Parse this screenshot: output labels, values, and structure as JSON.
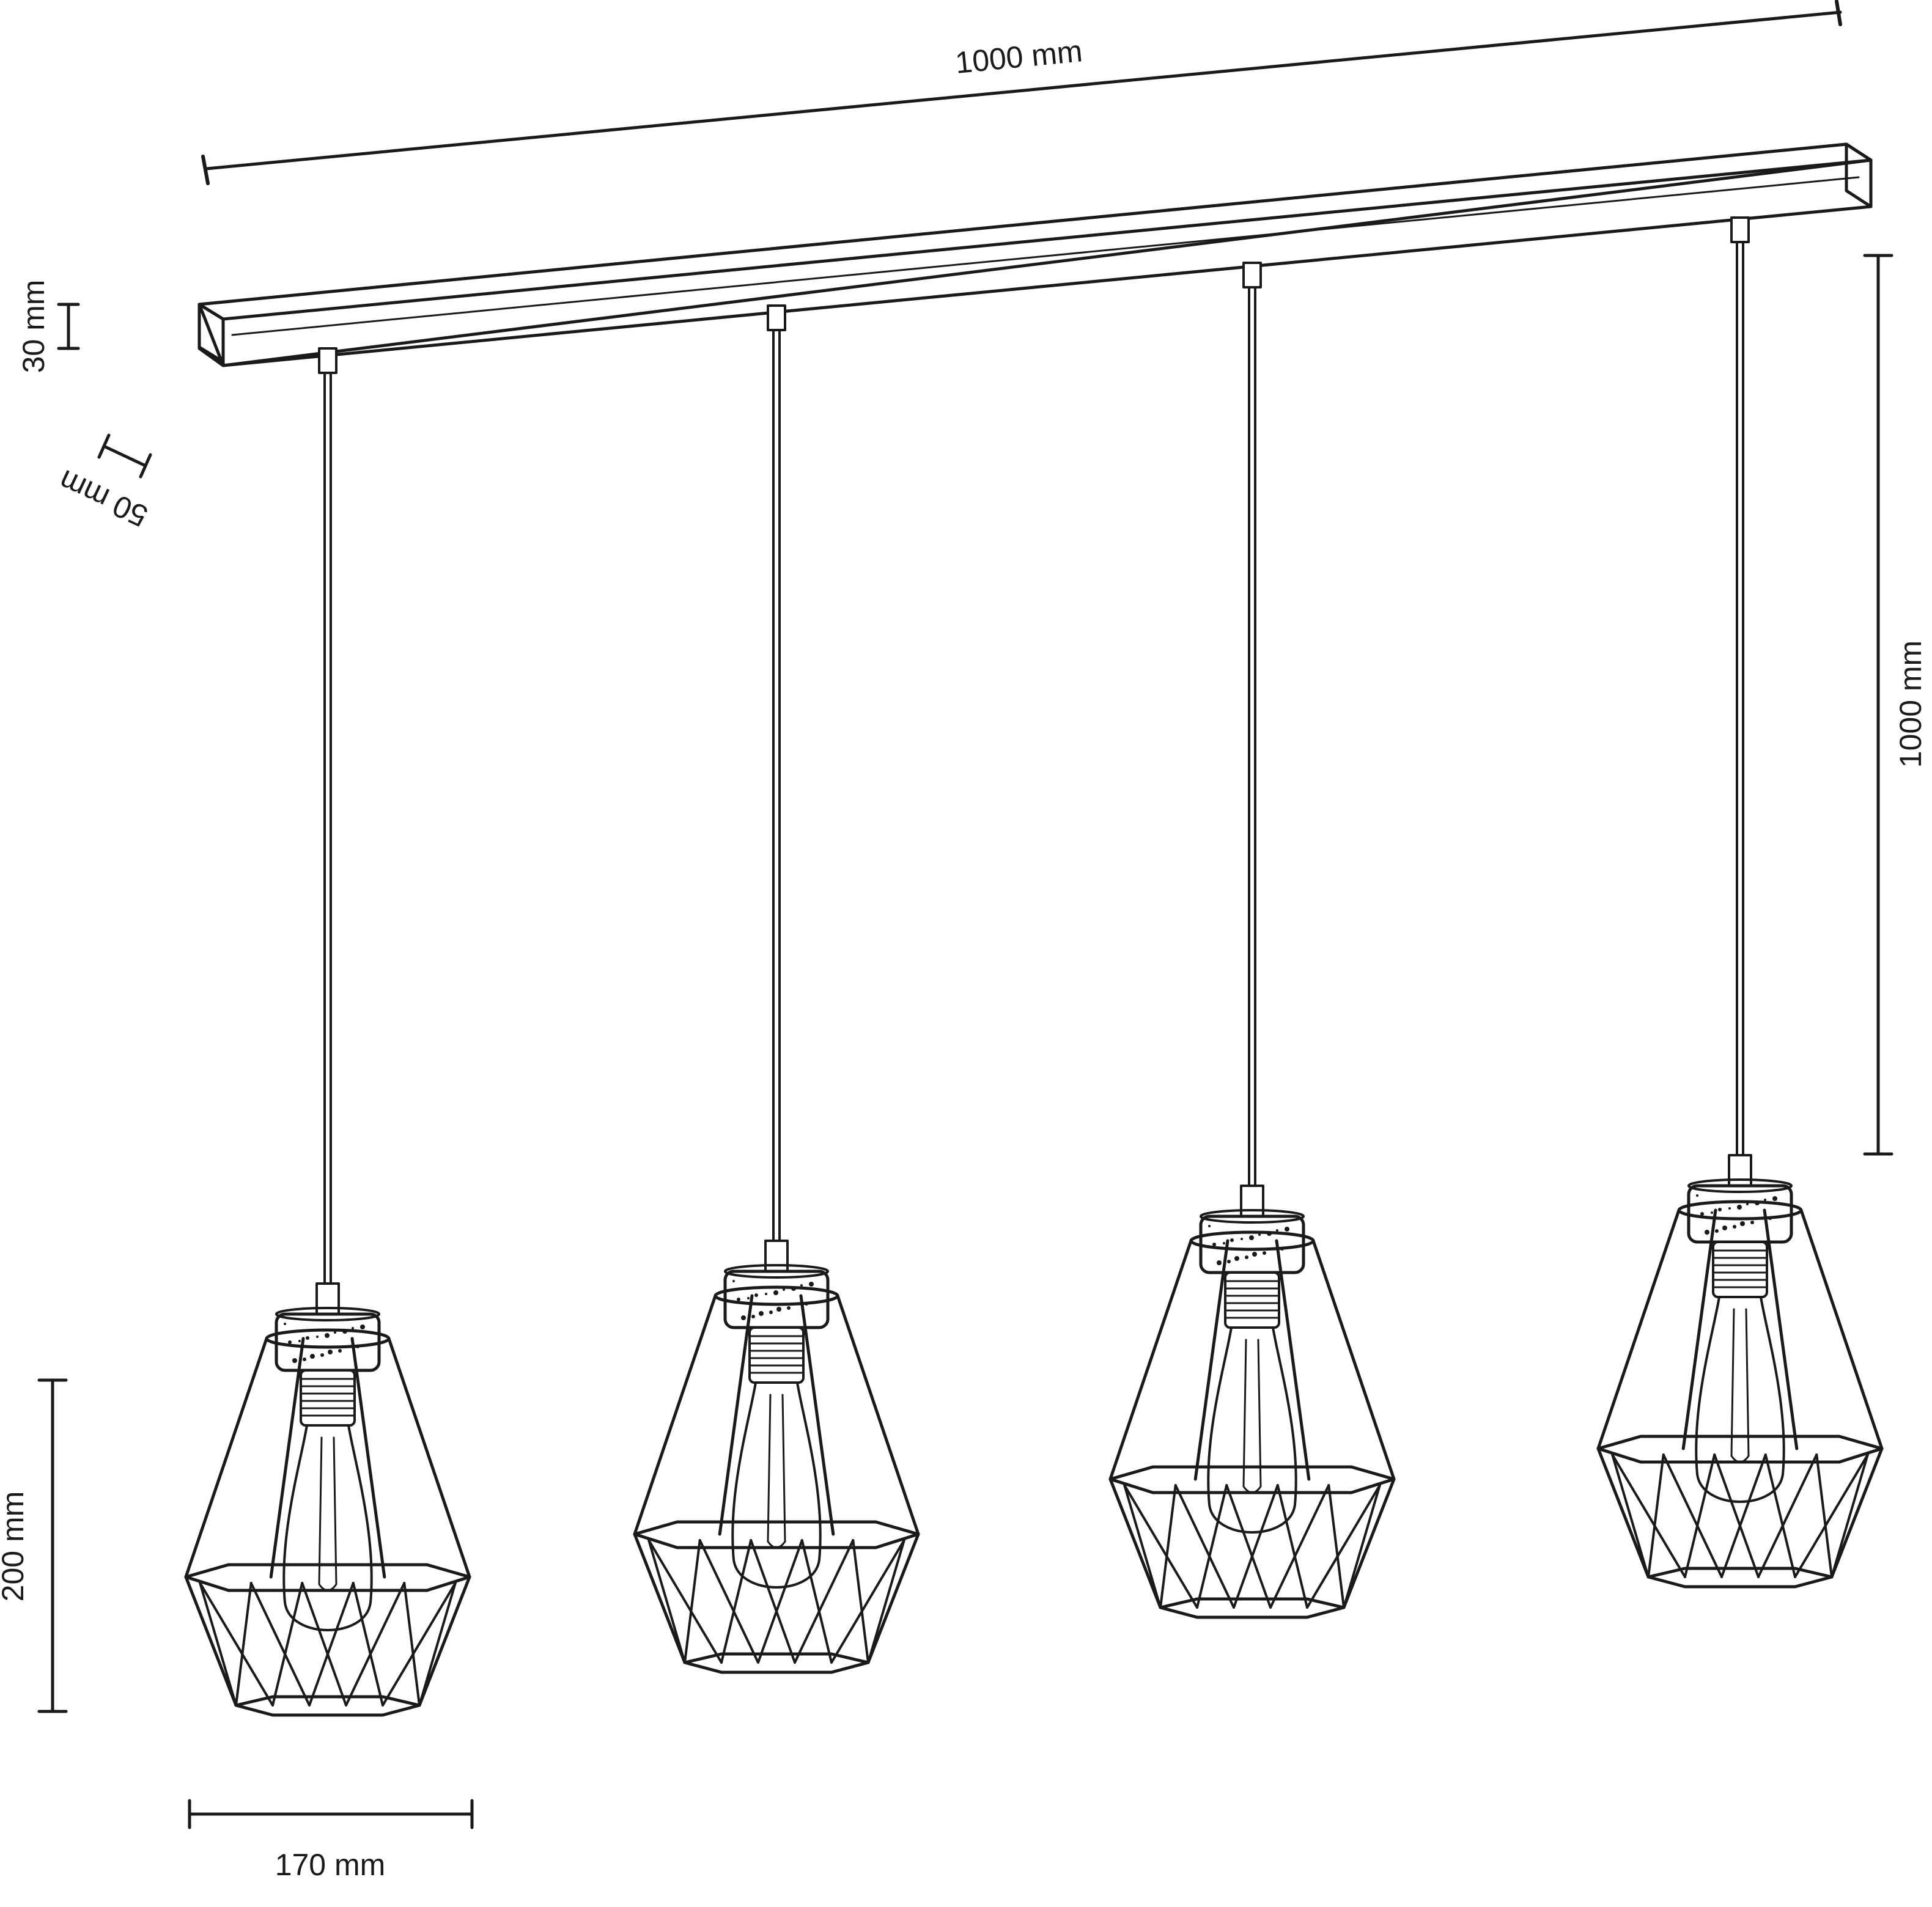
{
  "dimensions": {
    "bar_length": "1000 mm",
    "bar_height": "30 mm",
    "bar_depth": "50 mm",
    "cable_length": "1000 mm",
    "shade_height": "200 mm",
    "shade_width": "170 mm"
  },
  "colors": {
    "ink": "#1a1a1a",
    "background": "#ffffff"
  }
}
